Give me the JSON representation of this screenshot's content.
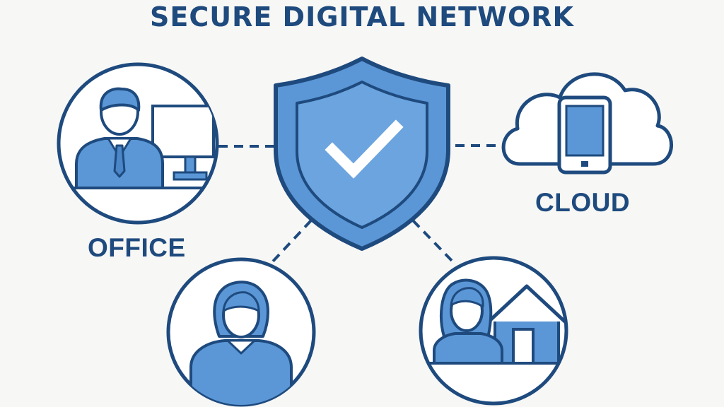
{
  "diagram": {
    "title": "SECURE DIGITAL NETWORK",
    "nodes": {
      "office": {
        "label": "OFFICE"
      },
      "cloud": {
        "label": "CLOUD"
      }
    }
  },
  "colors": {
    "stroke": "#1e4a7e",
    "fill": "#5b97d6",
    "fill_dark": "#4a86c8",
    "background": "#f7f7f5",
    "check": "#ffffff"
  },
  "icons": [
    "shield-check-icon",
    "office-worker-icon",
    "desktop-computer-icon",
    "cloud-icon",
    "tablet-icon",
    "person-icon",
    "woman-icon",
    "house-icon"
  ]
}
